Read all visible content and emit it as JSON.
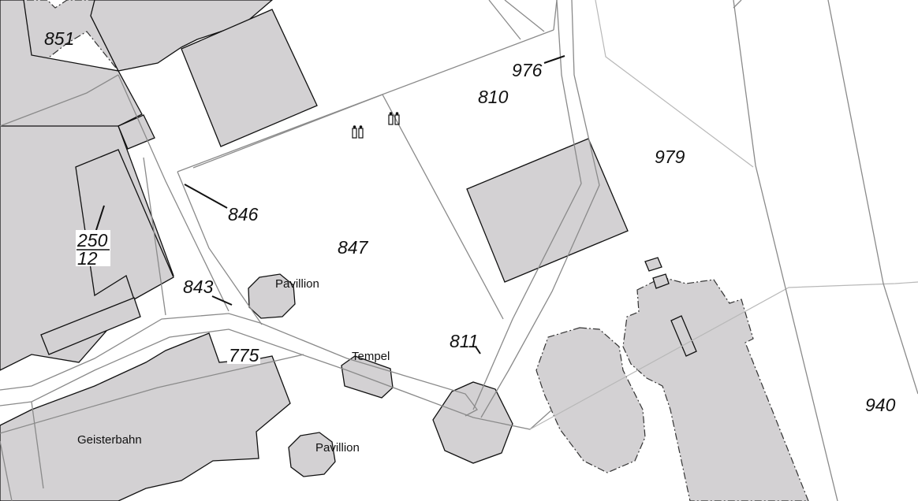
{
  "map": {
    "parcel_numbers": {
      "p851": "851",
      "p976": "976",
      "p810": "810",
      "p979": "979",
      "p846": "846",
      "p847": "847",
      "p250": "250",
      "p12": "12",
      "p843": "843",
      "p811": "811",
      "p775": "775",
      "p940": "940"
    },
    "labels": {
      "pavillion_1": "Pavillion",
      "tempel": "Tempel",
      "geisterbahn": "Geisterbahn",
      "pavillion_2": "Pavillion"
    },
    "colors": {
      "building_fill": "#d3d1d3",
      "building_outline": "#111111",
      "boundary_line": "#8a8a8a",
      "background": "#ffffff"
    }
  }
}
